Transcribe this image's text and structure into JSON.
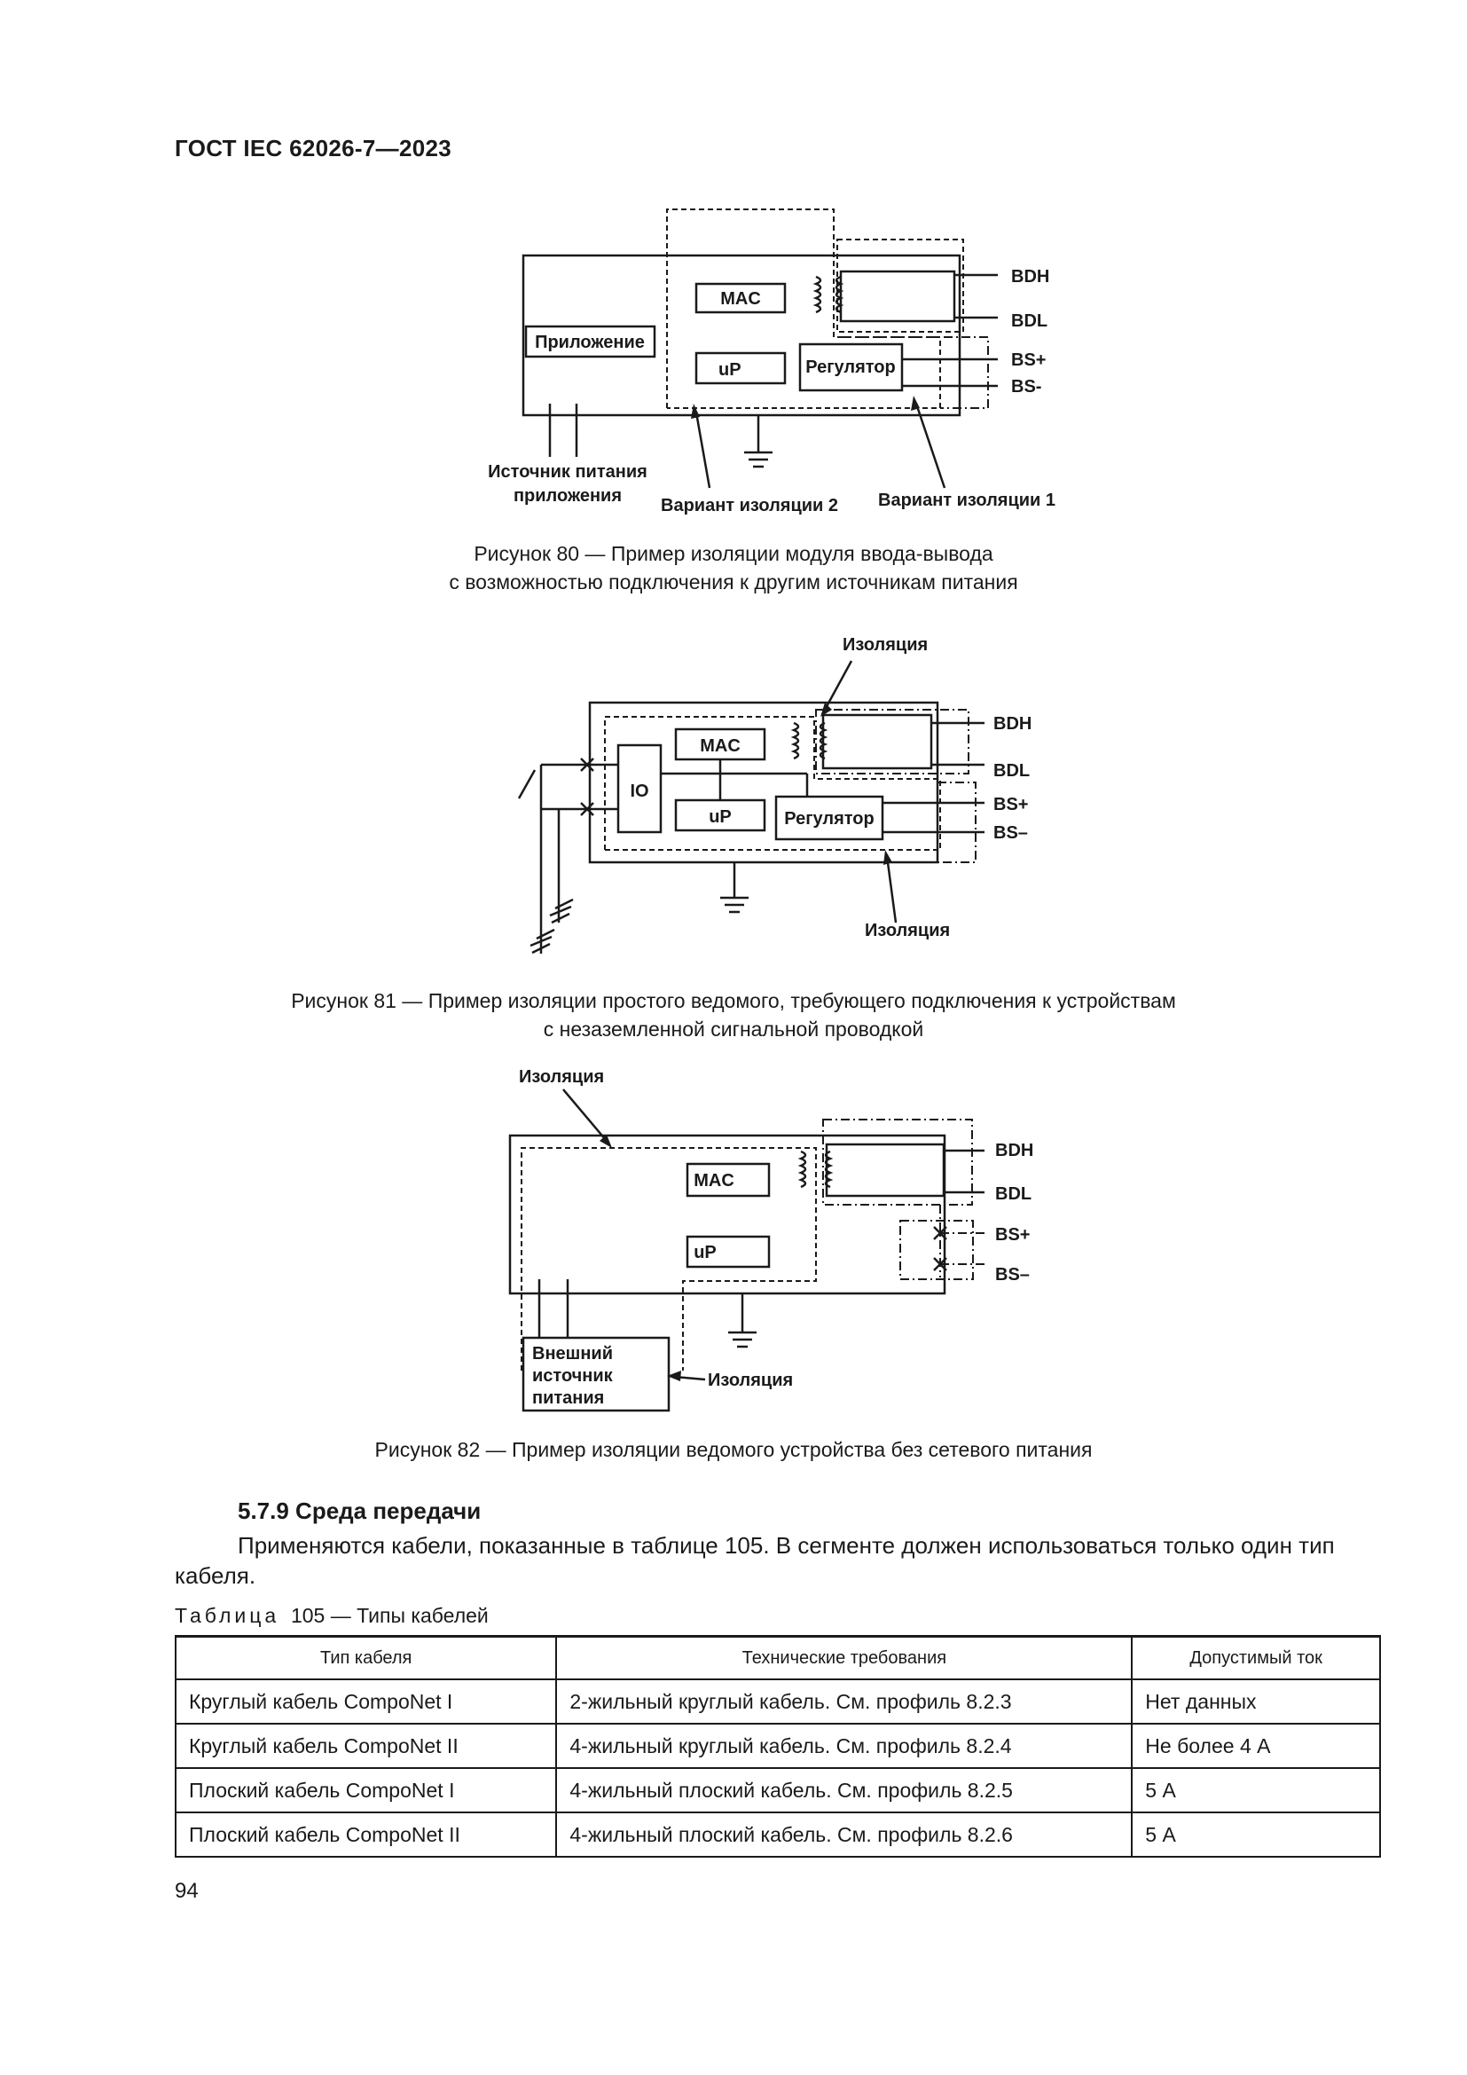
{
  "header": {
    "doc_id": "ГОСТ IEC 62026-7—2023"
  },
  "fig80": {
    "mac": "MAC",
    "app": "Приложение",
    "up": "uP",
    "regulator": "Регулятор",
    "bdh": "BDH",
    "bdl": "BDL",
    "bs_plus": "BS+",
    "bs_minus": "BS-",
    "power_line1": "Источник питания",
    "power_line2": "приложения",
    "variant2": "Вариант изоляции 2",
    "variant1": "Вариант изоляции 1",
    "caption_line1": "Рисунок 80 — Пример изоляции модуля ввода-вывода",
    "caption_line2": "с возможностью подключения к другим источникам питания"
  },
  "fig81": {
    "isolation_top": "Изоляция",
    "mac": "MAC",
    "io": "IO",
    "up": "uP",
    "regulator": "Регулятор",
    "bdh": "BDH",
    "bdl": "BDL",
    "bs_plus": "BS+",
    "bs_minus": "BS–",
    "isolation_bottom": "Изоляция",
    "caption_line1": "Рисунок 81 — Пример изоляции простого ведомого, требующего подключения к устройствам",
    "caption_line2": "с незаземленной сигнальной проводкой"
  },
  "fig82": {
    "isolation_top": "Изоляция",
    "mac": "MAC",
    "up": "uP",
    "bdh": "BDH",
    "bdl": "BDL",
    "bs_plus": "BS+",
    "bs_minus": "BS–",
    "ext_line1": "Внешний",
    "ext_line2": "источник",
    "ext_line3": "питания",
    "isolation_bottom": "Изоляция",
    "caption": "Рисунок 82 — Пример изоляции ведомого устройства без сетевого питания"
  },
  "section": {
    "heading": "5.7.9 Среда передачи",
    "body": "Применяются кабели, показанные в таблице 105. В сегменте должен использоваться только один тип кабеля."
  },
  "table": {
    "title_label": "Таблица",
    "title_rest": "105 — Типы кабелей",
    "headers": [
      "Тип кабеля",
      "Технические требования",
      "Допустимый ток"
    ],
    "rows": [
      [
        "Круглый кабель CompoNet I",
        "2-жильный круглый кабель. См. профиль 8.2.3",
        "Нет данных"
      ],
      [
        "Круглый кабель CompoNet II",
        "4-жильный круглый кабель. См. профиль 8.2.4",
        "Не более 4 А"
      ],
      [
        "Плоский кабель CompoNet I",
        "4-жильный плоский кабель. См. профиль 8.2.5",
        "5 А"
      ],
      [
        "Плоский кабель CompoNet II",
        "4-жильный плоский кабель. См. профиль 8.2.6",
        "5 А"
      ]
    ]
  },
  "page": {
    "number": "94"
  }
}
